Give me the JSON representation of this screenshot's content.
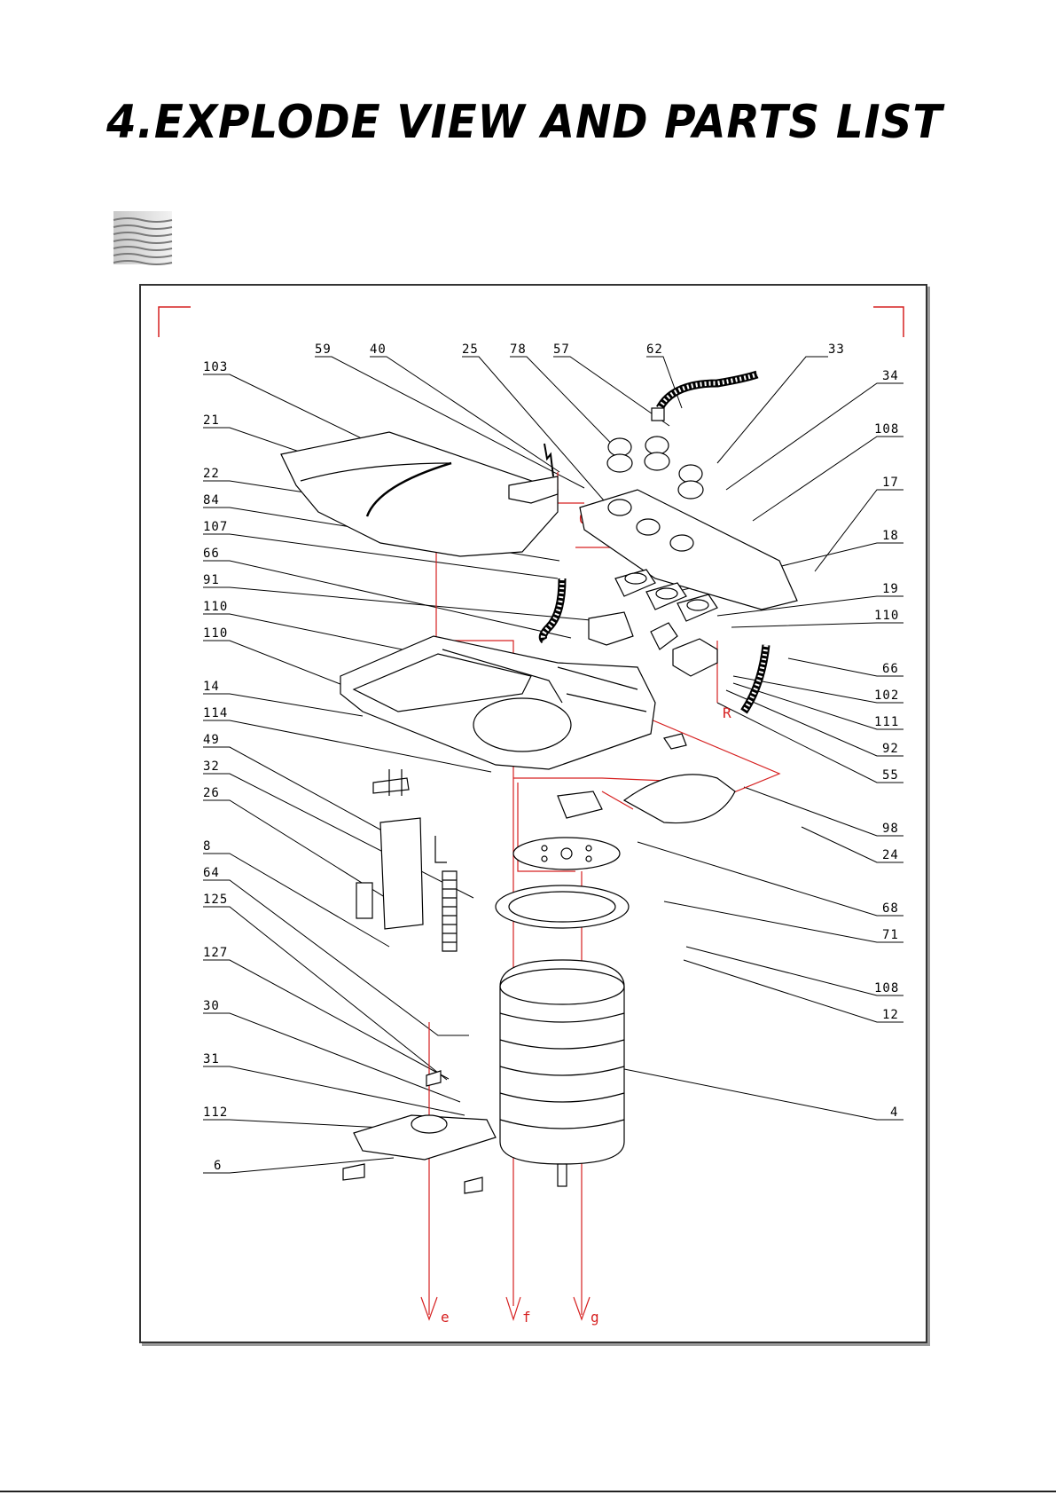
{
  "page": {
    "title": "4.EXPLODE VIEW AND PARTS LIST"
  },
  "diagram": {
    "part_numbers_left": [
      "103",
      "21",
      "22",
      "84",
      "107",
      "66",
      "91",
      "110",
      "110",
      "14",
      "114",
      "49",
      "32",
      "26",
      "8",
      "64",
      "125",
      "127",
      "30",
      "31",
      "112",
      "6"
    ],
    "part_numbers_top": [
      "59",
      "40",
      "25",
      "78",
      "57",
      "62",
      "33"
    ],
    "part_numbers_right": [
      "34",
      "108",
      "17",
      "18",
      "19",
      "110",
      "66",
      "102",
      "111",
      "92",
      "55",
      "98",
      "24",
      "68",
      "71",
      "108",
      "12",
      "4"
    ],
    "connector_labels": [
      "Q",
      "R",
      "e",
      "f",
      "g"
    ],
    "colors": {
      "leader": "#000000",
      "connector": "#d62020",
      "frame": "#333333"
    }
  }
}
